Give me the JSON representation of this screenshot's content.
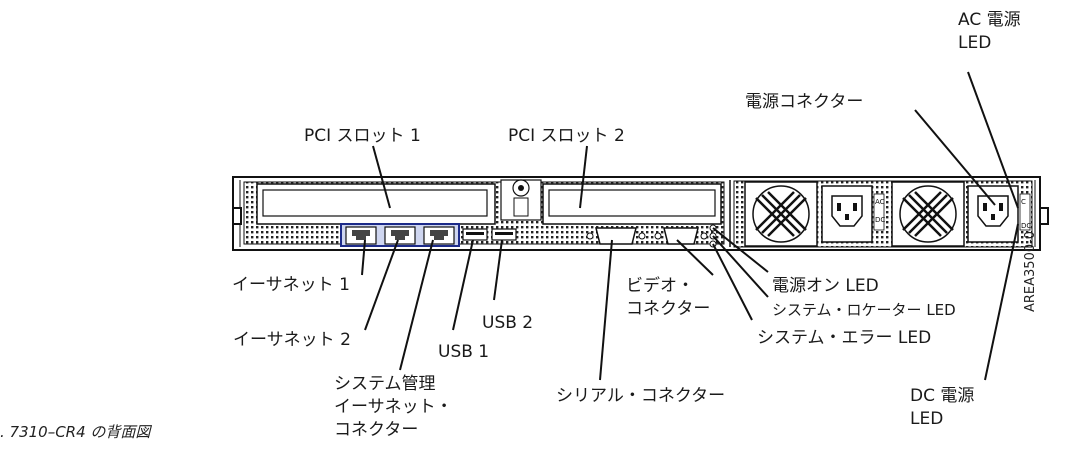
{
  "caption": ". 7310–CR4 の背面図",
  "figure_id": "AREA3500-0",
  "labels": {
    "ac_power_led_1": "AC 電源",
    "ac_power_led_2": "LED",
    "power_connector": "電源コネクター",
    "pci_slot_1": "PCI スロット 1",
    "pci_slot_2": "PCI スロット 2",
    "ethernet_1": "イーサネット 1",
    "ethernet_2": "イーサネット 2",
    "sys_mgmt_1": "システム管理",
    "sys_mgmt_2": "イーサネット・",
    "sys_mgmt_3": "コネクター",
    "usb_1": "USB 1",
    "usb_2": "USB 2",
    "video_1": "ビデオ・",
    "video_2": "コネクター",
    "serial_connector": "シリアル・コネクター",
    "power_on_led": "電源オン LED",
    "system_locator_led": "システム・ロケーター LED",
    "system_error_led": "システム・エラー LED",
    "dc_power_led_1": "DC 電源",
    "dc_power_led_2": "LED"
  }
}
